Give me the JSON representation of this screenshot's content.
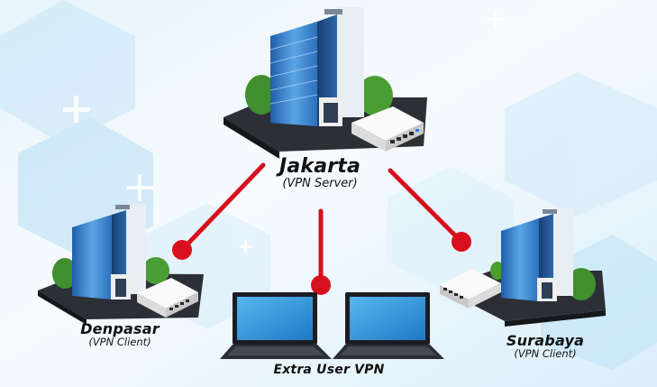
{
  "colors": {
    "link": "#d7101e",
    "background_light": "#eef7fc",
    "background_accent": "#9fd2ef",
    "building_glass": "#2f78c4",
    "router_body": "#f3f3f3"
  },
  "nodes": {
    "jakarta": {
      "title": "Jakarta",
      "subtitle": "(VPN Server)",
      "icon": "office-building-icon"
    },
    "denpasar": {
      "title": "Denpasar",
      "subtitle": "(VPN Client)",
      "icon": "office-building-icon"
    },
    "surabaya": {
      "title": "Surabaya",
      "subtitle": "(VPN Client)",
      "icon": "office-building-icon"
    },
    "extra_users": {
      "title": "Extra User VPN",
      "icon": "laptop-icon"
    }
  }
}
